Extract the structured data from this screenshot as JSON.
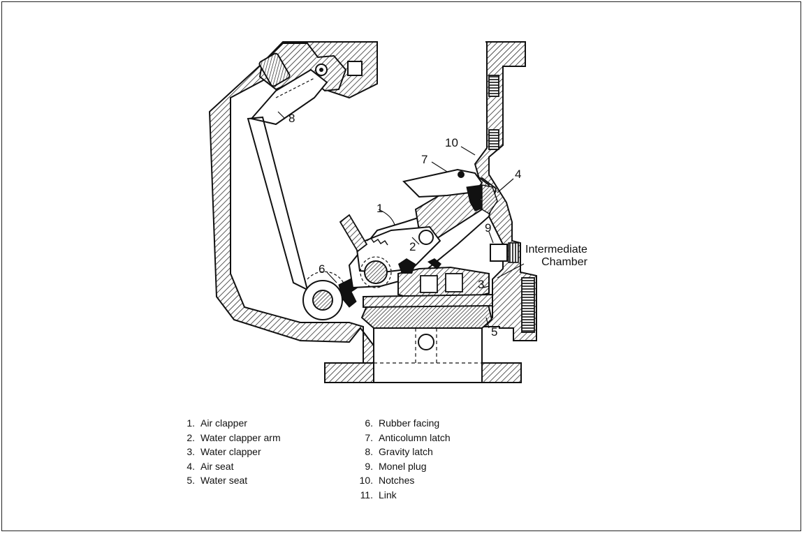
{
  "diagram": {
    "callouts": [
      {
        "id": "c1",
        "text": "1"
      },
      {
        "id": "c2",
        "text": "2"
      },
      {
        "id": "c3",
        "text": "3"
      },
      {
        "id": "c4",
        "text": "4"
      },
      {
        "id": "c5",
        "text": "5"
      },
      {
        "id": "c6",
        "text": "6"
      },
      {
        "id": "c7",
        "text": "7"
      },
      {
        "id": "c8",
        "text": "8"
      },
      {
        "id": "c9",
        "text": "9"
      },
      {
        "id": "c10",
        "text": "10"
      }
    ],
    "chamber_label_line1": "Intermediate",
    "chamber_label_line2": "Chamber"
  },
  "legend": {
    "left": [
      {
        "num": "1.",
        "label": "Air clapper"
      },
      {
        "num": "2.",
        "label": "Water clapper arm"
      },
      {
        "num": "3.",
        "label": "Water clapper"
      },
      {
        "num": "4.",
        "label": "Air seat"
      },
      {
        "num": "5.",
        "label": "Water seat"
      }
    ],
    "right": [
      {
        "num": "6.",
        "label": "Rubber facing"
      },
      {
        "num": "7.",
        "label": "Anticolumn latch"
      },
      {
        "num": "8.",
        "label": "Gravity latch"
      },
      {
        "num": "9.",
        "label": "Monel plug"
      },
      {
        "num": "10.",
        "label": "Notches"
      },
      {
        "num": "11.",
        "label": "Link"
      }
    ]
  },
  "colors": {
    "ink": "#111111",
    "paper": "#ffffff"
  }
}
